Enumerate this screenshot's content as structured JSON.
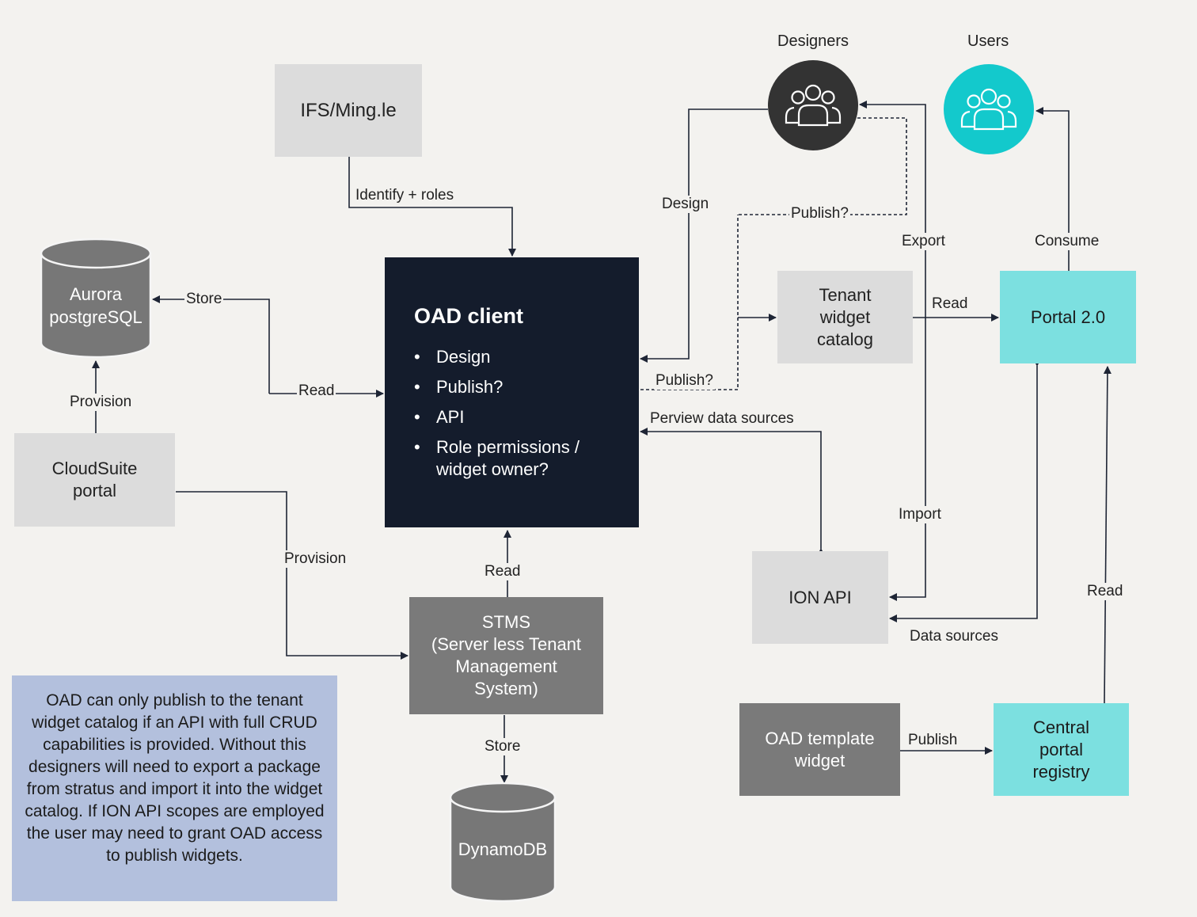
{
  "nodes": {
    "ifs": "IFS/Ming.le",
    "oad_client": {
      "title": "OAD client",
      "bullets": [
        "Design",
        "Publish?",
        "API",
        "Role permissions / widget owner?"
      ]
    },
    "aurora": "Aurora\npostgreSQL",
    "cloudsuite": "CloudSuite\nportal",
    "stms": "STMS\n(Server less Tenant\nManagement\nSystem)",
    "dynamodb": "DynamoDB",
    "tenant_catalog": "Tenant\nwidget\ncatalog",
    "portal": "Portal 2.0",
    "ion_api": "ION API",
    "oad_template": "OAD template\nwidget",
    "central_registry": "Central\nportal\nregistry",
    "designers": "Designers",
    "users": "Users"
  },
  "edges": {
    "identify_roles": "Identify + roles",
    "store_aurora": "Store",
    "read_client": "Read",
    "provision_aurora": "Provision",
    "provision_stms": "Provision",
    "read_stms": "Read",
    "store_dynamo": "Store",
    "design": "Design",
    "publish_dashed_top": "Publish?",
    "publish_client": "Publish?",
    "export": "Export",
    "consume": "Consume",
    "read_catalog_portal": "Read",
    "preview_sources": "Perview data sources",
    "import": "Import",
    "data_sources": "Data sources",
    "read_registry": "Read",
    "publish_template": "Publish"
  },
  "note": "OAD can only publish to the tenant widget catalog if an API with full CRUD capabilities is provided. Without this designers will need to export a package from stratus and import it into the widget catalog. If ION API scopes are employed the user may need to grant OAD access to publish widgets.",
  "colors": {
    "background": "#f3f2ef",
    "oad_client": "#141c2c",
    "light_box": "#dcdcdc",
    "mid_box": "#7a7a7a",
    "teal": "#7ce0e0",
    "designers_circle": "#333333",
    "users_circle": "#13c9cc",
    "note_bg": "#b3c0dd"
  },
  "icons": {
    "designers": "people-group-icon",
    "users": "people-group-icon"
  }
}
